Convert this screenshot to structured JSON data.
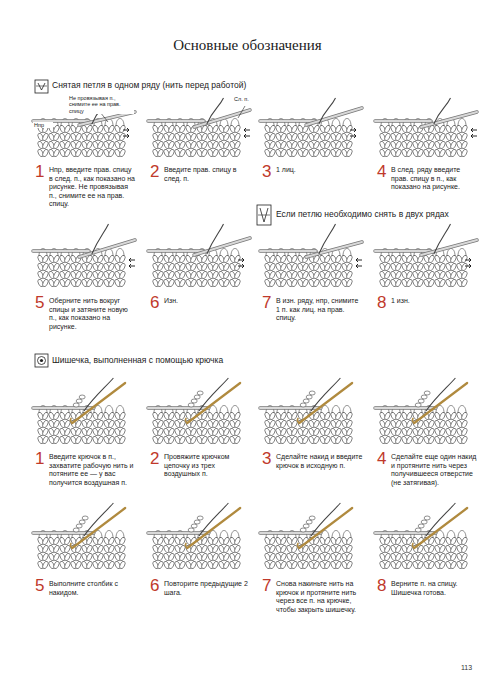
{
  "diagram": {
    "title": "Основные обозначения",
    "labels": [
      "Снятая петля в одном ряду (нить перед работой)",
      "Не провязывая п., снимите ее на прав. спицу",
      "Нпр",
      "Сл. п.",
      "1",
      "Нпр, введите прав. спицу в след. п., как показано на рисунке. Не провязывая п., снимите ее на прав. спицу.",
      "2",
      "Введите прав. спицу в след. п.",
      "3",
      "1 лиц.",
      "4",
      "В след. ряду введите прав. спицу в п., как показано на рисунке.",
      "Если петлю необходимо снять в двух рядах",
      "5",
      "Оберните нить вокруг спицы и затяните новую п., как показано на рисунке.",
      "6",
      "Изн.",
      "7",
      "В изн. ряду, нпр, снимите 1 п. как лиц. на прав. спицу.",
      "8",
      "1 изн.",
      "Шишечка, выполненная с помощью крючка",
      "1",
      "Введите крючок в п., захватите рабочую нить и потяните ее — у вас получится воздушная п.",
      "2",
      "Провяжите крючком цепочку из трех воздушных п.",
      "3",
      "Сделайте накид и введите крючок в исходную п.",
      "4",
      "Сделайте еще один накид и протяните нить через получившееся отверстие (не затягивая).",
      "5",
      "Выполните столбик с накидом.",
      "6",
      "Повторите предыдущие 2 шага.",
      "7",
      "Снова накиньте нить на крючок и протяните нить через все п. на крючке, чтобы закрыть шишечку.",
      "8",
      "Верните п. на спицу. Шишечка готова.",
      "113"
    ]
  }
}
